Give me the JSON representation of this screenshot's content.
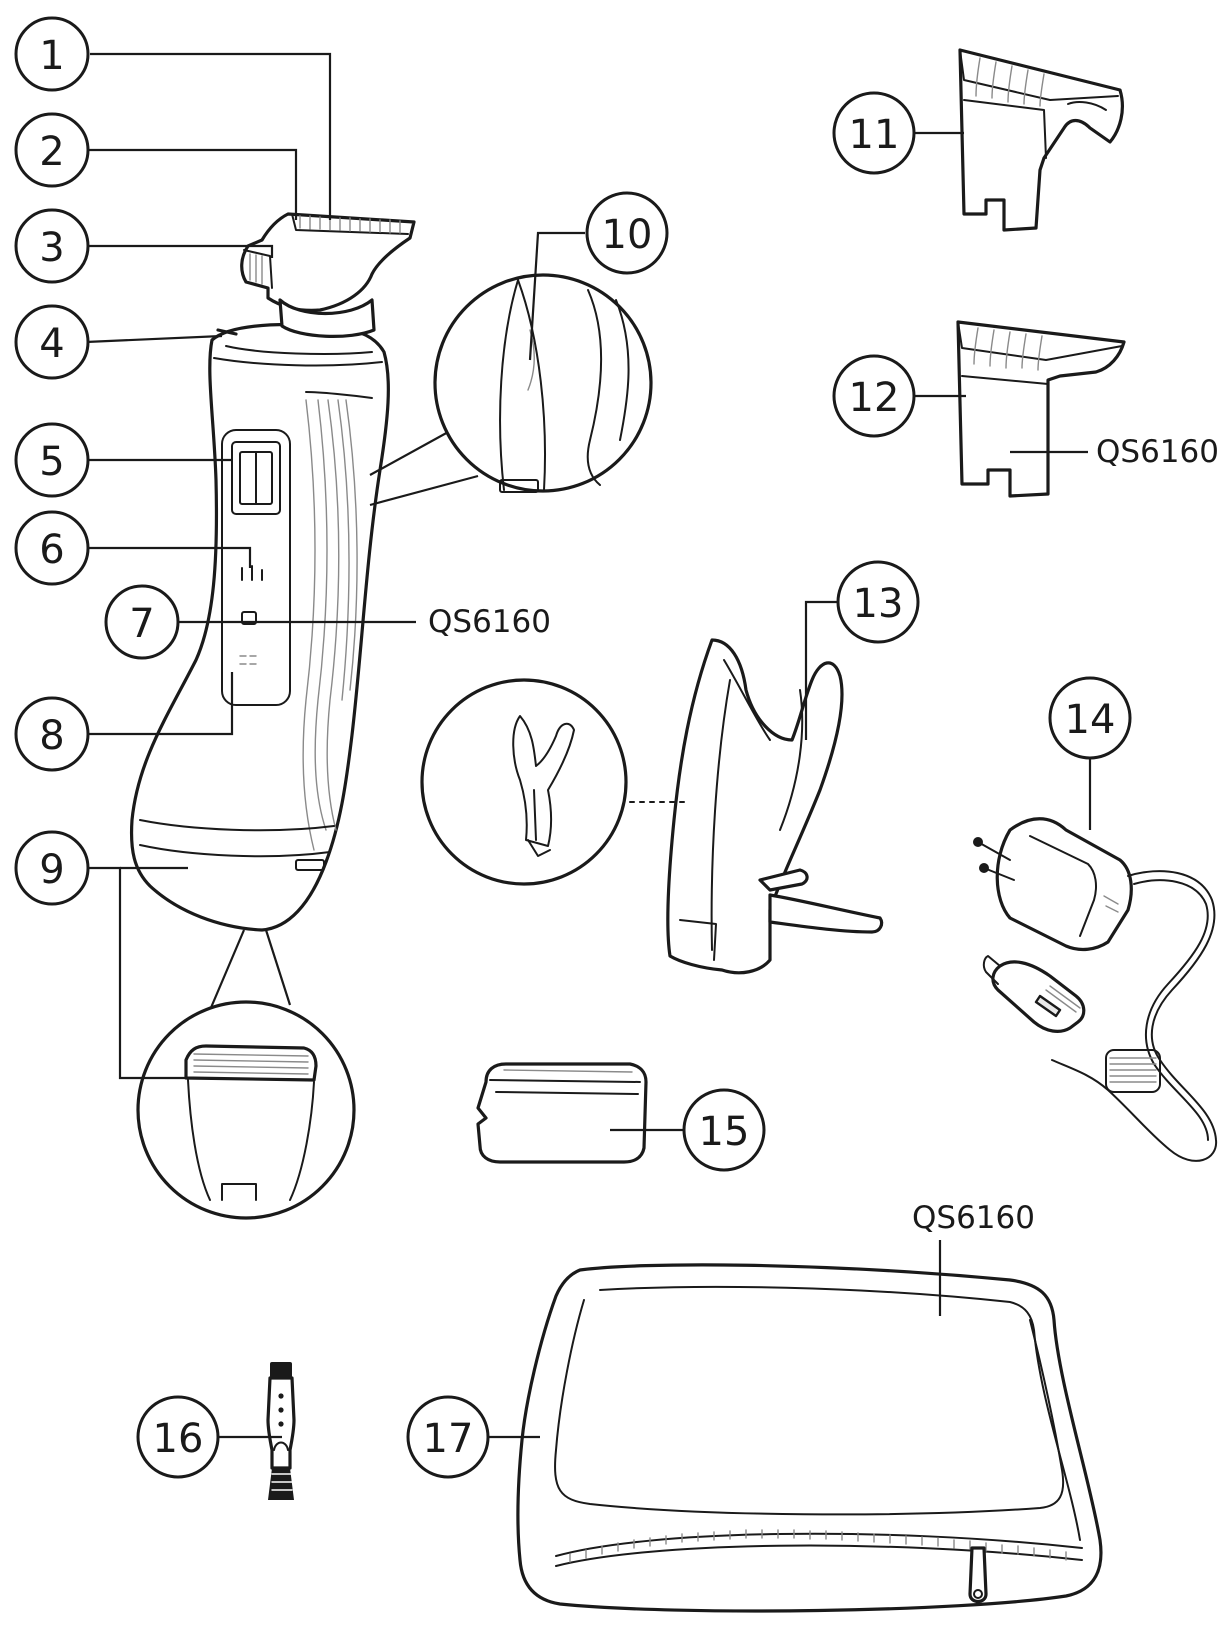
{
  "callouts": [
    {
      "id": "1",
      "label": "1"
    },
    {
      "id": "2",
      "label": "2"
    },
    {
      "id": "3",
      "label": "3"
    },
    {
      "id": "4",
      "label": "4"
    },
    {
      "id": "5",
      "label": "5"
    },
    {
      "id": "6",
      "label": "6"
    },
    {
      "id": "7",
      "label": "7"
    },
    {
      "id": "8",
      "label": "8"
    },
    {
      "id": "9",
      "label": "9"
    },
    {
      "id": "10",
      "label": "10"
    },
    {
      "id": "11",
      "label": "11"
    },
    {
      "id": "12",
      "label": "12"
    },
    {
      "id": "13",
      "label": "13"
    },
    {
      "id": "14",
      "label": "14"
    },
    {
      "id": "15",
      "label": "15"
    },
    {
      "id": "16",
      "label": "16"
    },
    {
      "id": "17",
      "label": "17"
    }
  ],
  "model_labels": {
    "display_button": "QS6160",
    "comb_12": "QS6160",
    "pouch": "QS6160"
  },
  "icons": [
    "trimmer-body-icon",
    "comb-attachment-icon",
    "stand-icon",
    "adapter-plug-icon",
    "shaving-foil-icon",
    "cleaning-brush-icon",
    "pouch-icon"
  ]
}
